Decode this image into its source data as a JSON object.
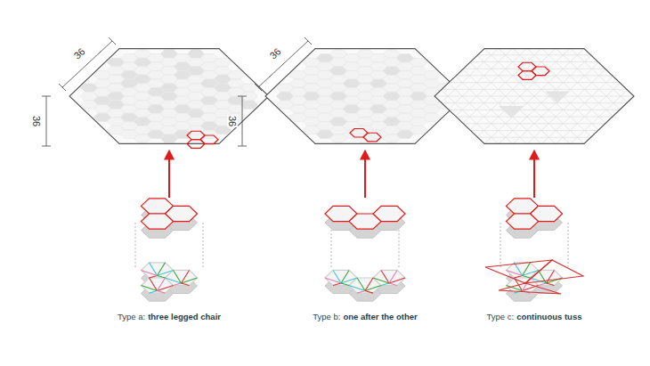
{
  "diagram": {
    "labels": [
      "36",
      "36",
      "36",
      "36",
      "Type a:",
      "three legged chair",
      "Type b:",
      "one after the other",
      "Type c:",
      "continuous tuss"
    ]
  }
}
